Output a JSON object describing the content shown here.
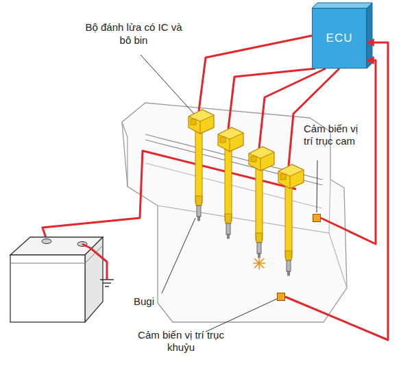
{
  "diagram": {
    "nodes": [
      {
        "text": [
          "ECU"
        ]
      },
      {
        "text": [
          "Cảm biến vị trí trục cam"
        ]
      },
      {
        "text": [
          "Cảm biến vị trí trục khuỷu"
        ]
      }
    ],
    "edges": [
      {
        "from": 1,
        "to": 0,
        "arrow": "to"
      },
      {
        "from": 2,
        "to": 0,
        "arrow": "to"
      }
    ],
    "labels": [
      "Bộ đánh lửa có IC và bô bin",
      "Bugi"
    ]
  }
}
